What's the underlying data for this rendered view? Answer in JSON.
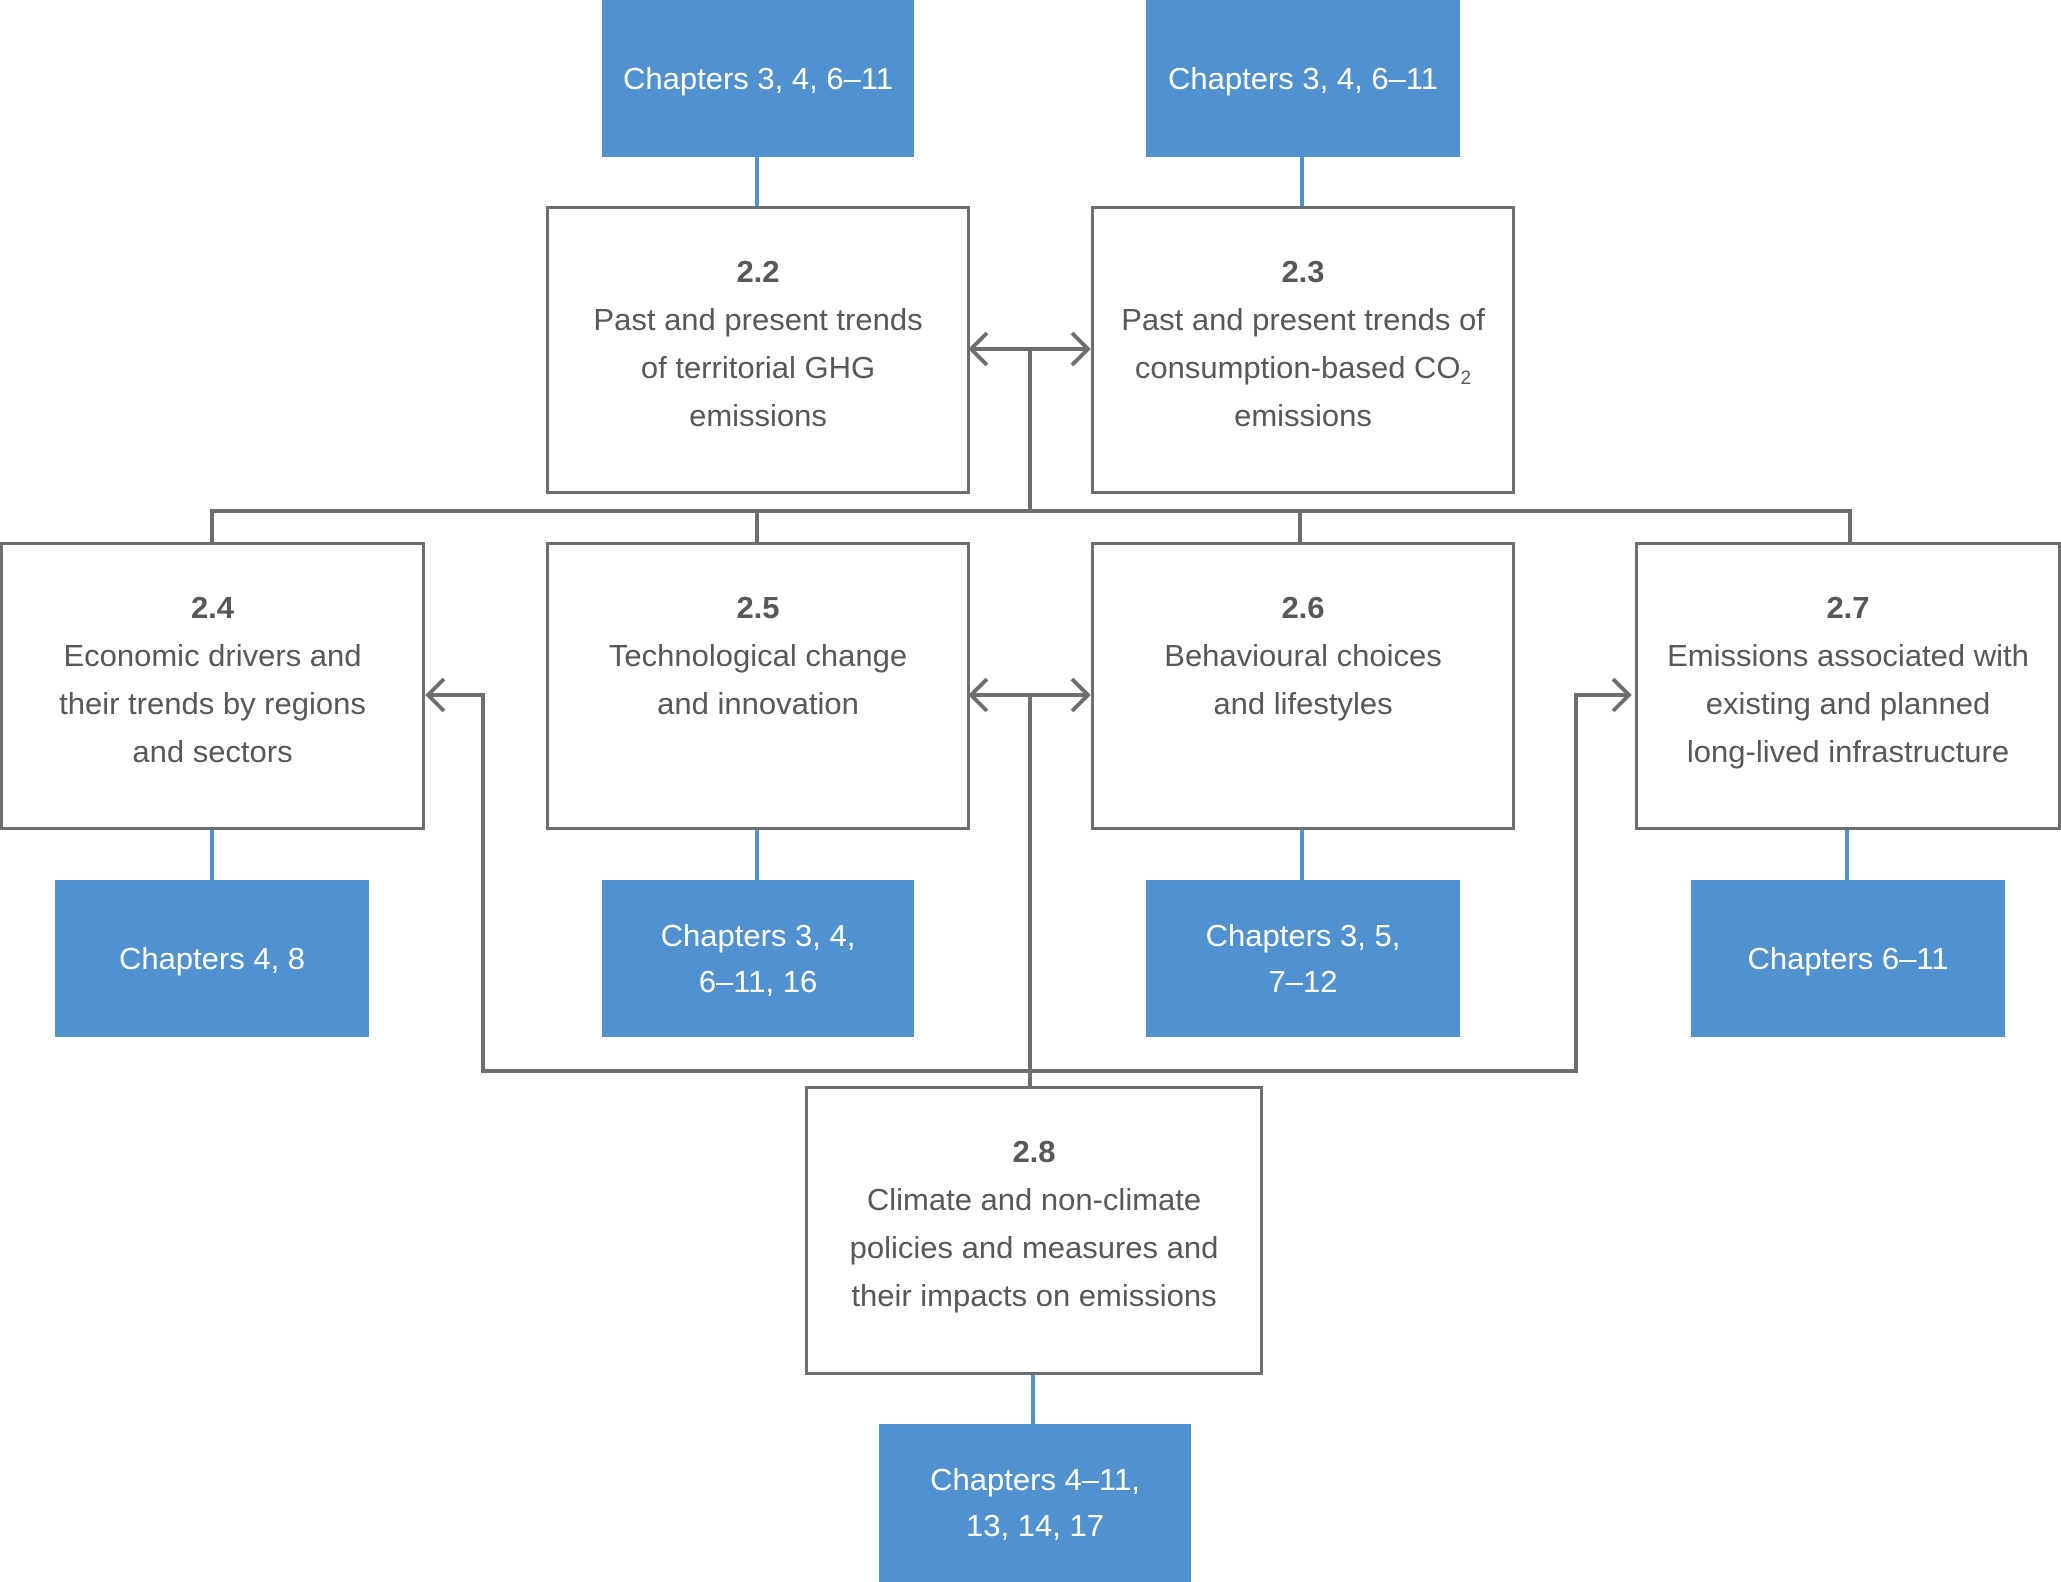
{
  "colors": {
    "chapter_fill": "#5191cf",
    "box_border": "#6e6e70",
    "connector_blue": "#5191cf",
    "connector_gray": "#6e6e70"
  },
  "sections": {
    "s22": {
      "number": "2.2",
      "lines": [
        "Past and present trends",
        "of territorial GHG",
        "emissions"
      ]
    },
    "s23": {
      "number": "2.3",
      "line1": "Past and present trends of",
      "line2_main": "consumption-based CO",
      "line2_sub": "2",
      "line3": "emissions"
    },
    "s24": {
      "number": "2.4",
      "lines": [
        "Economic drivers and",
        "their trends by regions",
        "and sectors"
      ]
    },
    "s25": {
      "number": "2.5",
      "lines": [
        "Technological change",
        "and innovation"
      ]
    },
    "s26": {
      "number": "2.6",
      "lines": [
        "Behavioural choices",
        "and lifestyles"
      ]
    },
    "s27": {
      "number": "2.7",
      "lines": [
        "Emissions associated with",
        "existing and planned",
        "long-lived infrastructure"
      ]
    },
    "s28": {
      "number": "2.8",
      "lines": [
        "Climate and non-climate",
        "policies and measures and",
        "their impacts on emissions"
      ]
    }
  },
  "chapters": {
    "c22": [
      "Chapters 3, 4, 6–11"
    ],
    "c23": [
      "Chapters 3, 4, 6–11"
    ],
    "c24": [
      "Chapters 4, 8"
    ],
    "c25": [
      "Chapters 3, 4,",
      "6–11, 16"
    ],
    "c26": [
      "Chapters 3, 5,",
      "7–12"
    ],
    "c27": [
      "Chapters 6–11"
    ],
    "c28": [
      "Chapters 4–11,",
      "13, 14, 17"
    ]
  }
}
